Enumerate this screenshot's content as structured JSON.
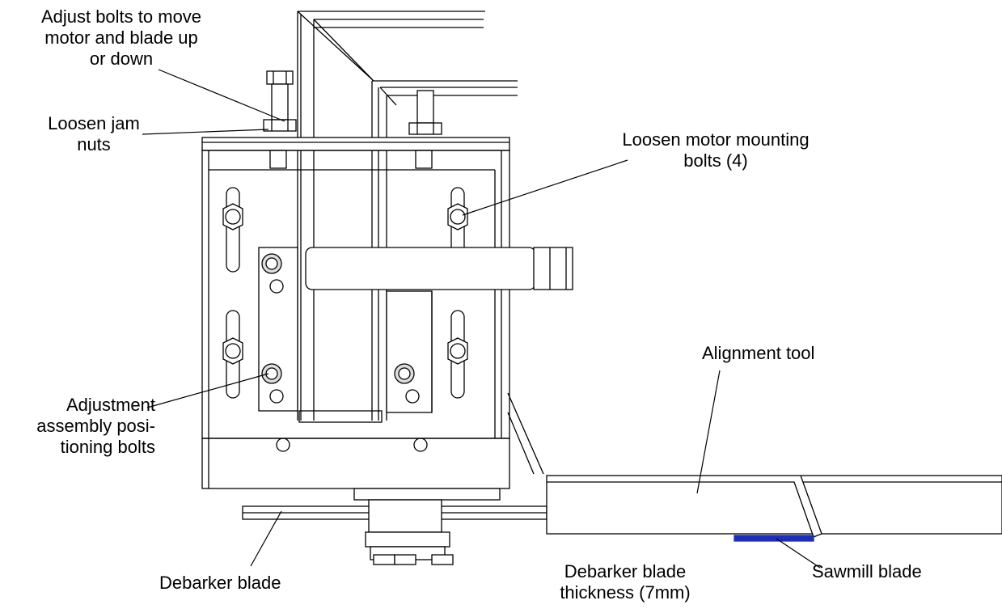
{
  "callouts": {
    "adjust_bolts": "Adjust bolts to move\nmotor and blade up\nor down",
    "jam_nuts": "Loosen jam\nnuts",
    "motor_bolts": "Loosen motor mounting\nbolts (4)",
    "positioning_bolts": "Adjustment\nassembly posi-\ntioning bolts",
    "alignment_tool": "Alignment tool",
    "debarker_blade": "Debarker blade",
    "blade_thickness": "Debarker blade\nthickness (7mm)",
    "sawmill_blade": "Sawmill blade"
  },
  "colors": {
    "line": "#000000",
    "fill_light": "#f2f2f2",
    "fill_mid": "#dcdcdc",
    "sawmill_blade": "#1f2fb5"
  }
}
